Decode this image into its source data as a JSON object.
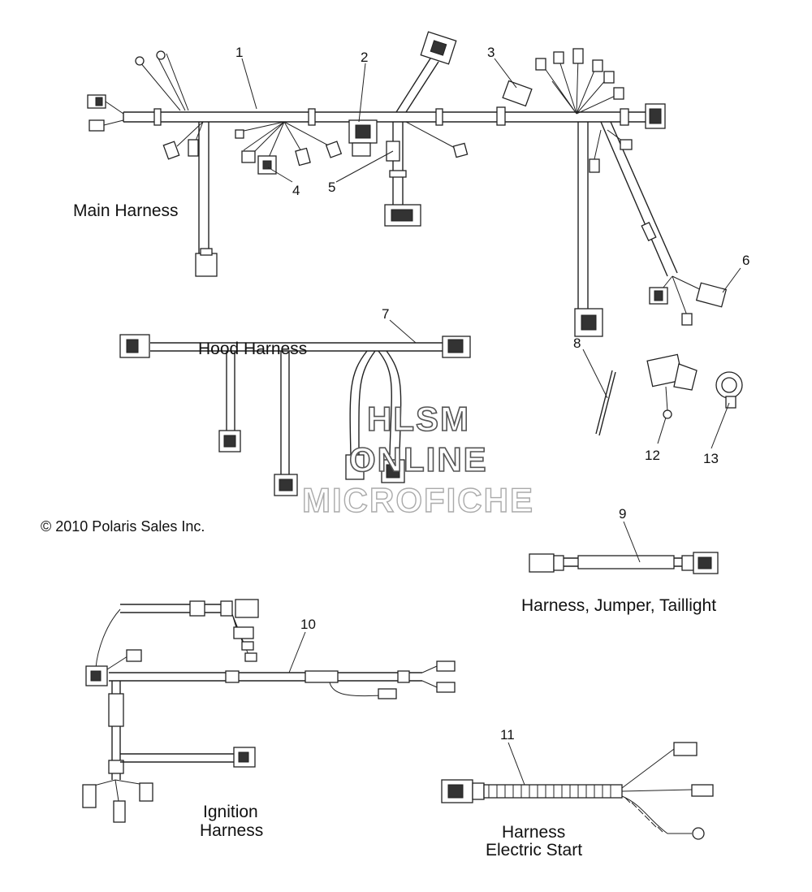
{
  "callouts": [
    "1",
    "2",
    "3",
    "4",
    "5",
    "6",
    "7",
    "8",
    "9",
    "10",
    "11",
    "12",
    "13"
  ],
  "captions": {
    "main_harness": "Main Harness",
    "hood_harness": "Hood Harness",
    "jumper_line1": "Harness, Jumper, Taillight",
    "ignition_line1": "Ignition",
    "ignition_line2": "Harness",
    "electric_line1": "Harness",
    "electric_line2": "Electric Start"
  },
  "copyright": "© 2010 Polaris Sales Inc.",
  "watermark": {
    "line1": "HLSM",
    "line2": "ONLINE",
    "line3": "MICROFICHE"
  },
  "colors": {
    "background": "#ffffff",
    "line": "#222222",
    "watermark_outline": "#555555"
  }
}
